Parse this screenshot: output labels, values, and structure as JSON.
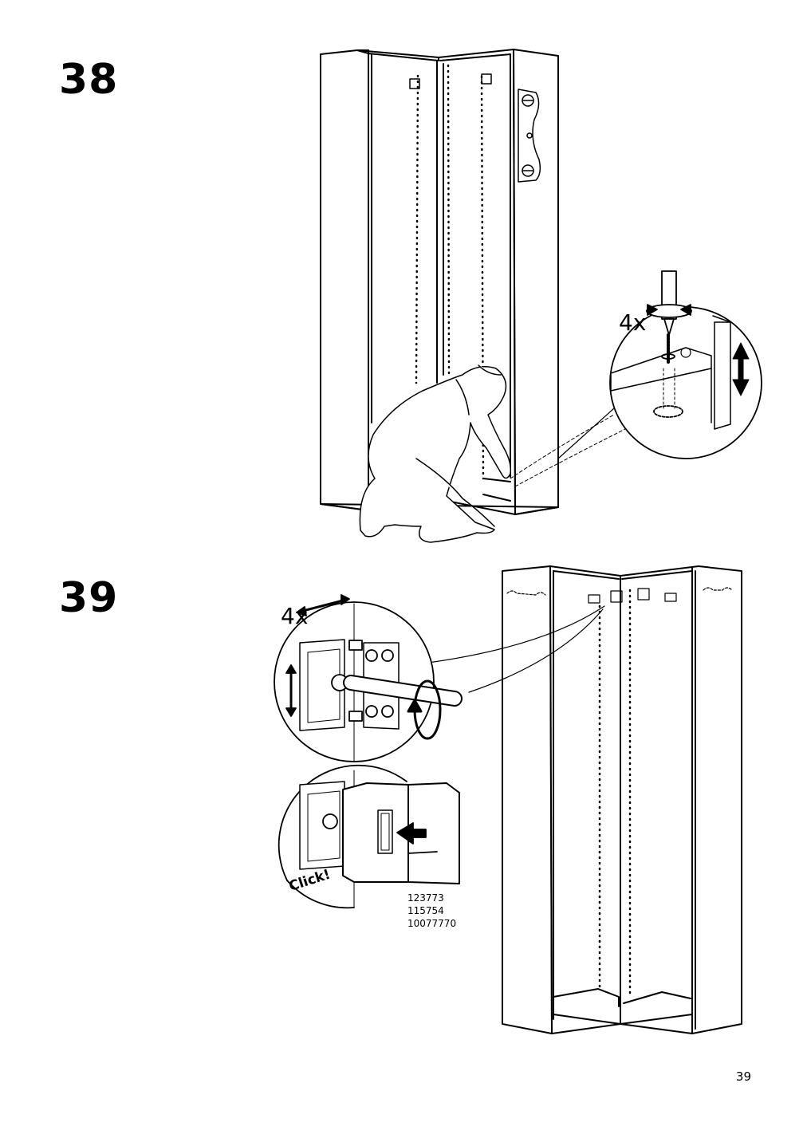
{
  "steps": [
    {
      "number": "38",
      "quantity": "4x"
    },
    {
      "number": "39",
      "quantity": "4x",
      "click_label": "Click!",
      "article_numbers": [
        "123773",
        "115754",
        "10077770"
      ]
    }
  ],
  "page": {
    "number": "39"
  }
}
